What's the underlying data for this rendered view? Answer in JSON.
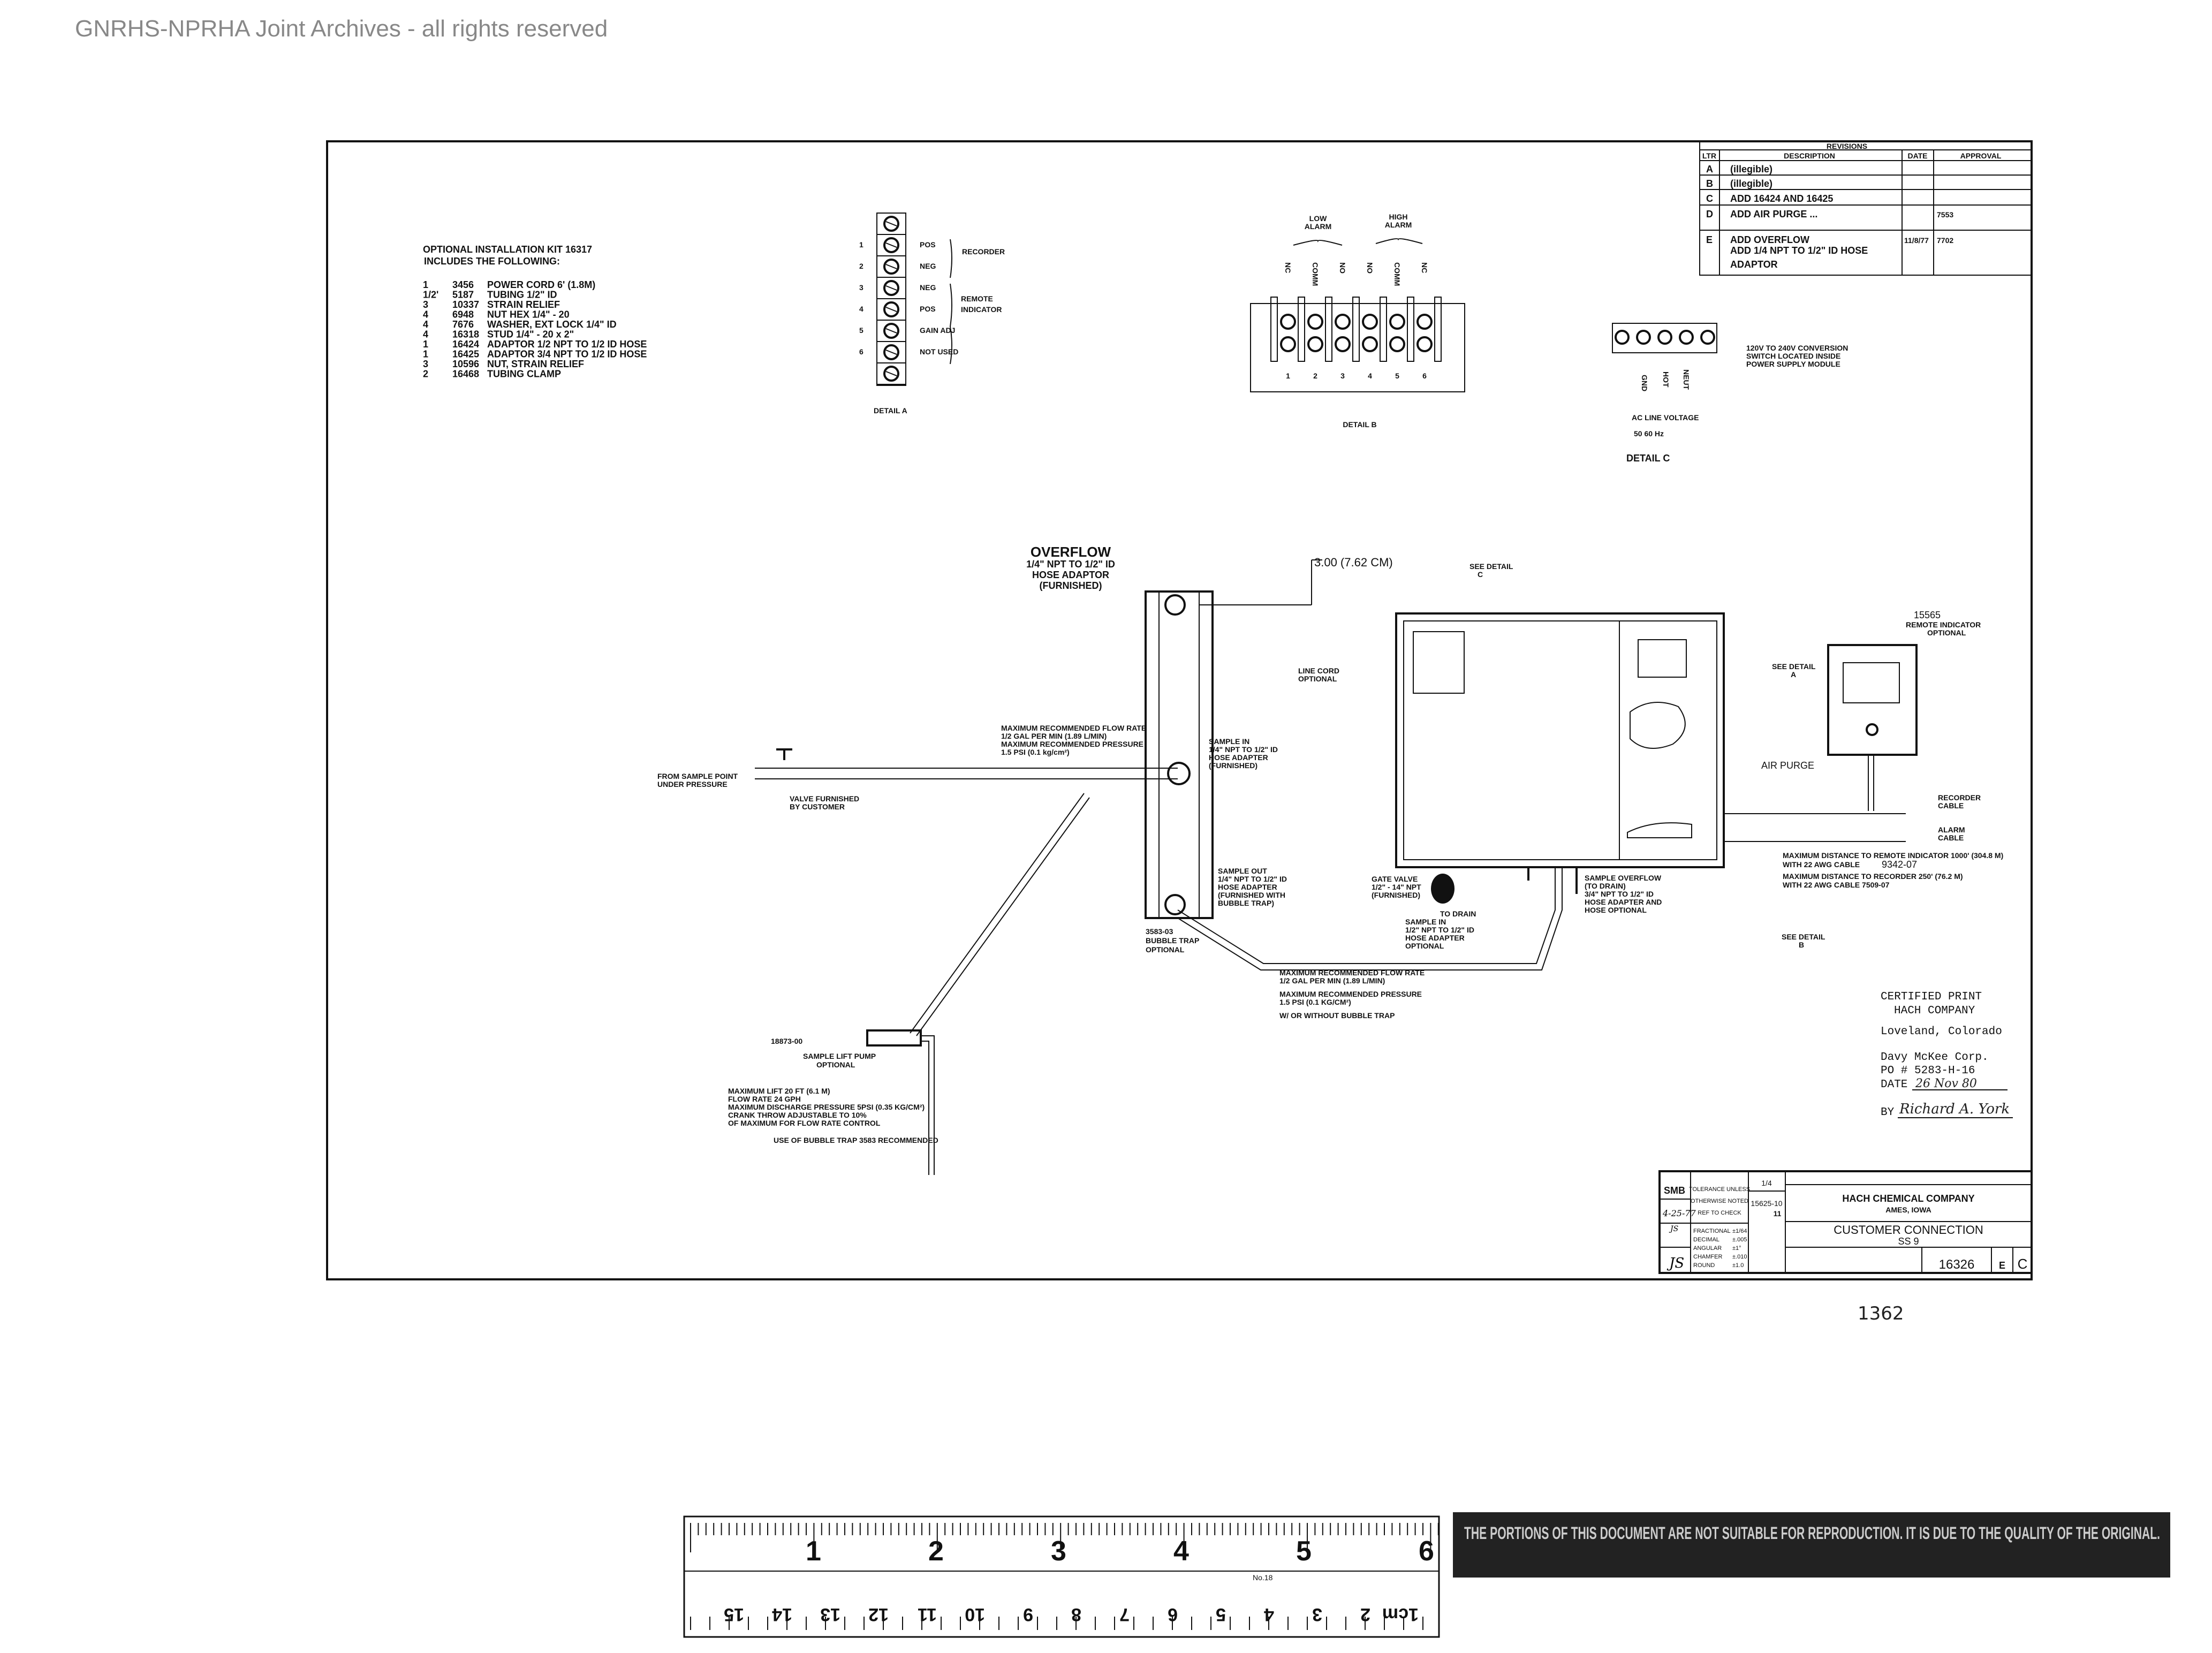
{
  "watermark": "GNRHS-NPRHA Joint Archives - all rights reserved",
  "kit": {
    "title1": "OPTIONAL INSTALLATION KIT 16317",
    "title2": "INCLUDES THE FOLLOWING:",
    "items": [
      {
        "qty": "1",
        "part": "3456",
        "desc": "POWER CORD 6' (1.8M)"
      },
      {
        "qty": "1/2'",
        "part": "5187",
        "desc": "TUBING 1/2\" ID"
      },
      {
        "qty": "3",
        "part": "10337",
        "desc": "STRAIN RELIEF"
      },
      {
        "qty": "4",
        "part": "6948",
        "desc": "NUT HEX 1/4\" - 20"
      },
      {
        "qty": "4",
        "part": "7676",
        "desc": "WASHER, EXT LOCK 1/4\" ID"
      },
      {
        "qty": "4",
        "part": "16318",
        "desc": "STUD 1/4\" - 20 x 2\""
      },
      {
        "qty": "1",
        "part": "16424",
        "desc": "ADAPTOR 1/2 NPT TO 1/2 ID HOSE"
      },
      {
        "qty": "1",
        "part": "16425",
        "desc": "ADAPTOR 3/4 NPT TO 1/2 ID HOSE"
      },
      {
        "qty": "3",
        "part": "10596",
        "desc": "NUT, STRAIN RELIEF"
      },
      {
        "qty": "2",
        "part": "16468",
        "desc": "TUBING CLAMP"
      }
    ]
  },
  "detail_a": {
    "numbers": [
      "1",
      "2",
      "3",
      "4",
      "5",
      "6"
    ],
    "terms": [
      "POS",
      "NEG",
      "NEG",
      "POS",
      "GAIN ADJ",
      "NOT USED"
    ],
    "recorder": "RECORDER",
    "remote1": "REMOTE",
    "remote2": "INDICATOR",
    "label": "DETAIL A"
  },
  "detail_b": {
    "low1": "LOW",
    "low2": "ALARM",
    "high1": "HIGH",
    "high2": "ALARM",
    "terms": [
      "NC",
      "COMM",
      "NO",
      "NO",
      "COMM",
      "NC"
    ],
    "numbers": [
      "1",
      "2",
      "3",
      "4",
      "5",
      "6"
    ],
    "label": "DETAIL B"
  },
  "detail_c": {
    "gnd": "GND",
    "hot": "HOT",
    "neut": "NEUT",
    "note1": "120V TO 240V CONVERSION",
    "note2": "SWITCH LOCATED INSIDE",
    "note3": "POWER SUPPLY MODULE",
    "voltage": "AC LINE VOLTAGE",
    "freq": "50 60 Hz",
    "label": "DETAIL C"
  },
  "revisions": {
    "title": "REVISIONS",
    "headers": [
      "LTR",
      "DESCRIPTION",
      "DATE",
      "APPROVAL"
    ],
    "rows": [
      {
        "ltr": "A",
        "desc": "(illegible)",
        "date": "",
        "appr": ""
      },
      {
        "ltr": "B",
        "desc": "(illegible)",
        "date": "",
        "appr": ""
      },
      {
        "ltr": "C",
        "desc": "ADD 16424 AND 16425",
        "date": "",
        "appr": ""
      },
      {
        "ltr": "D",
        "desc": "ADD AIR PURGE ...",
        "date": "",
        "appr": "7553"
      },
      {
        "ltr": "E",
        "desc": "ADD OVERFLOW",
        "desc2": "ADD 1/4 NPT TO 1/2\" ID HOSE",
        "desc3": "ADAPTOR",
        "date": "11/8/77",
        "appr": "7702"
      }
    ]
  },
  "labels": {
    "overflow1": "OVERFLOW",
    "overflow2": "1/4\" NPT TO 1/2\" ID",
    "overflow3": "HOSE ADAPTOR",
    "overflow4": "(FURNISHED)",
    "dim": "3.00 (7.62 CM)",
    "see_c1": "SEE DETAIL",
    "see_c2": "C",
    "line_cord1": "LINE CORD",
    "line_cord2": "OPTIONAL",
    "flow1": "MAXIMUM RECOMMENDED FLOW RATE",
    "flow2": "1/2 GAL PER MIN (1.89 L/MIN)",
    "flow3": "MAXIMUM RECOMMENDED PRESSURE",
    "flow4": "1.5 PSI (0.1 kg/cm²)",
    "sample_in1": "SAMPLE IN",
    "sample_in2": "1/4\" NPT TO 1/2\" ID",
    "sample_in3": "HOSE ADAPTER",
    "sample_in4": "(FURNISHED)",
    "from1": "FROM SAMPLE POINT",
    "from2": "UNDER PRESSURE",
    "valve1": "VALVE FURNISHED",
    "valve2": "BY CUSTOMER",
    "sample_out1": "SAMPLE OUT",
    "sample_out2": "1/4\" NPT TO 1/2\" ID",
    "sample_out3": "HOSE ADAPTER",
    "sample_out4": "(FURNISHED WITH",
    "sample_out5": "BUBBLE TRAP)",
    "trap1": "3583-03",
    "trap2": "BUBBLE TRAP",
    "trap3": "OPTIONAL",
    "gate1": "GATE VALVE",
    "gate2": "1/2\" - 14\" NPT",
    "gate3": "(FURNISHED)",
    "drain": "TO DRAIN",
    "overflow_s1": "SAMPLE OVERFLOW",
    "overflow_s2": "(TO DRAIN)",
    "overflow_s3": "3/4\" NPT TO 1/2\" ID",
    "overflow_s4": "HOSE ADAPTER AND",
    "overflow_s5": "HOSE OPTIONAL",
    "sin1": "SAMPLE IN",
    "sin2": "1/2\" NPT TO 1/2\" ID",
    "sin3": "HOSE ADAPTER",
    "sin4": "OPTIONAL",
    "bflow1": "MAXIMUM RECOMMENDED FLOW RATE",
    "bflow2": "1/2 GAL PER MIN (1.89 L/MIN)",
    "bflow3": "MAXIMUM RECOMMENDED PRESSURE",
    "bflow4": "1.5 PSI (0.1 KG/CM²)",
    "bflow5": "W/ OR WITHOUT BUBBLE TRAP",
    "pump_no": "18873-00",
    "pump1": "SAMPLE LIFT PUMP",
    "pump2": "OPTIONAL",
    "pn1": "MAXIMUM LIFT 20 FT (6.1 M)",
    "pn2": "FLOW RATE 24 GPH",
    "pn3": "MAXIMUM DISCHARGE PRESSURE 5PSI (0.35 KG/CM²)",
    "pn4": "CRANK THROW ADJUSTABLE TO 10%",
    "pn5": "OF MAXIMUM FOR FLOW RATE CONTROL",
    "pn6": "USE OF BUBBLE TRAP 3583 RECOMMENDED",
    "see_a1": "SEE DETAIL",
    "see_a2": "A",
    "see_b1": "SEE DETAIL",
    "see_b2": "B",
    "air": "AIR PURGE",
    "ri_no": "15565",
    "ri1": "REMOTE INDICATOR",
    "ri2": "OPTIONAL",
    "rec1": "RECORDER",
    "rec2": "CABLE",
    "al1": "ALARM",
    "al2": "CABLE",
    "md1": "MAXIMUM DISTANCE TO REMOTE INDICATOR 1000' (304.8 M)",
    "md2": "WITH 22 AWG CABLE",
    "md2b": "9342-07",
    "md3": "MAXIMUM DISTANCE TO RECORDER 250' (76.2 M)",
    "md4": "WITH 22 AWG CABLE 7509-07"
  },
  "certified": {
    "l1": "CERTIFIED PRINT",
    "l2": "HACH COMPANY",
    "l3": "Loveland, Colorado",
    "l4": "Davy McKee Corp.",
    "l5": "PO # 5283-H-16",
    "date_label": "DATE",
    "date": "26 Nov 80",
    "by": "BY",
    "signature": "Richard A. York"
  },
  "title_block": {
    "drawn": "SMB",
    "date": "4-25-77",
    "chk": "JS",
    "appr": "JS",
    "scale": "1/4",
    "used_on": "15625-10",
    "used_on2": "11",
    "company": "HACH CHEMICAL COMPANY",
    "address": "AMES, IOWA",
    "title1": "CUSTOMER CONNECTION",
    "title2": "SS 9",
    "dwg_no": "16326",
    "rev": "E",
    "size": "C",
    "tol": [
      "TOLERANCE UNLESS",
      "OTHERWISE NOTED",
      "REF TO CHECK"
    ],
    "tol_rows": [
      [
        "FRACTIONAL",
        "±1/64"
      ],
      [
        "DECIMAL",
        "±.005"
      ],
      [
        "ANGULAR",
        "±1°"
      ],
      [
        "CHAMFER",
        "±.010"
      ],
      [
        "ROUND",
        "±1.0"
      ]
    ]
  },
  "sheet_no": "1362",
  "ruler": {
    "inches": [
      "1",
      "2",
      "3",
      "4",
      "5",
      "6"
    ],
    "cm": [
      "1cm",
      "2",
      "3",
      "4",
      "5",
      "6",
      "7",
      "8",
      "9",
      "10",
      "11",
      "12",
      "13",
      "14",
      "15"
    ],
    "model": "No.18"
  },
  "notice": "THE PORTIONS OF THIS DOCUMENT ARE NOT SUITABLE FOR REPRODUCTION. IT IS DUE TO THE QUALITY OF THE ORIGINAL."
}
